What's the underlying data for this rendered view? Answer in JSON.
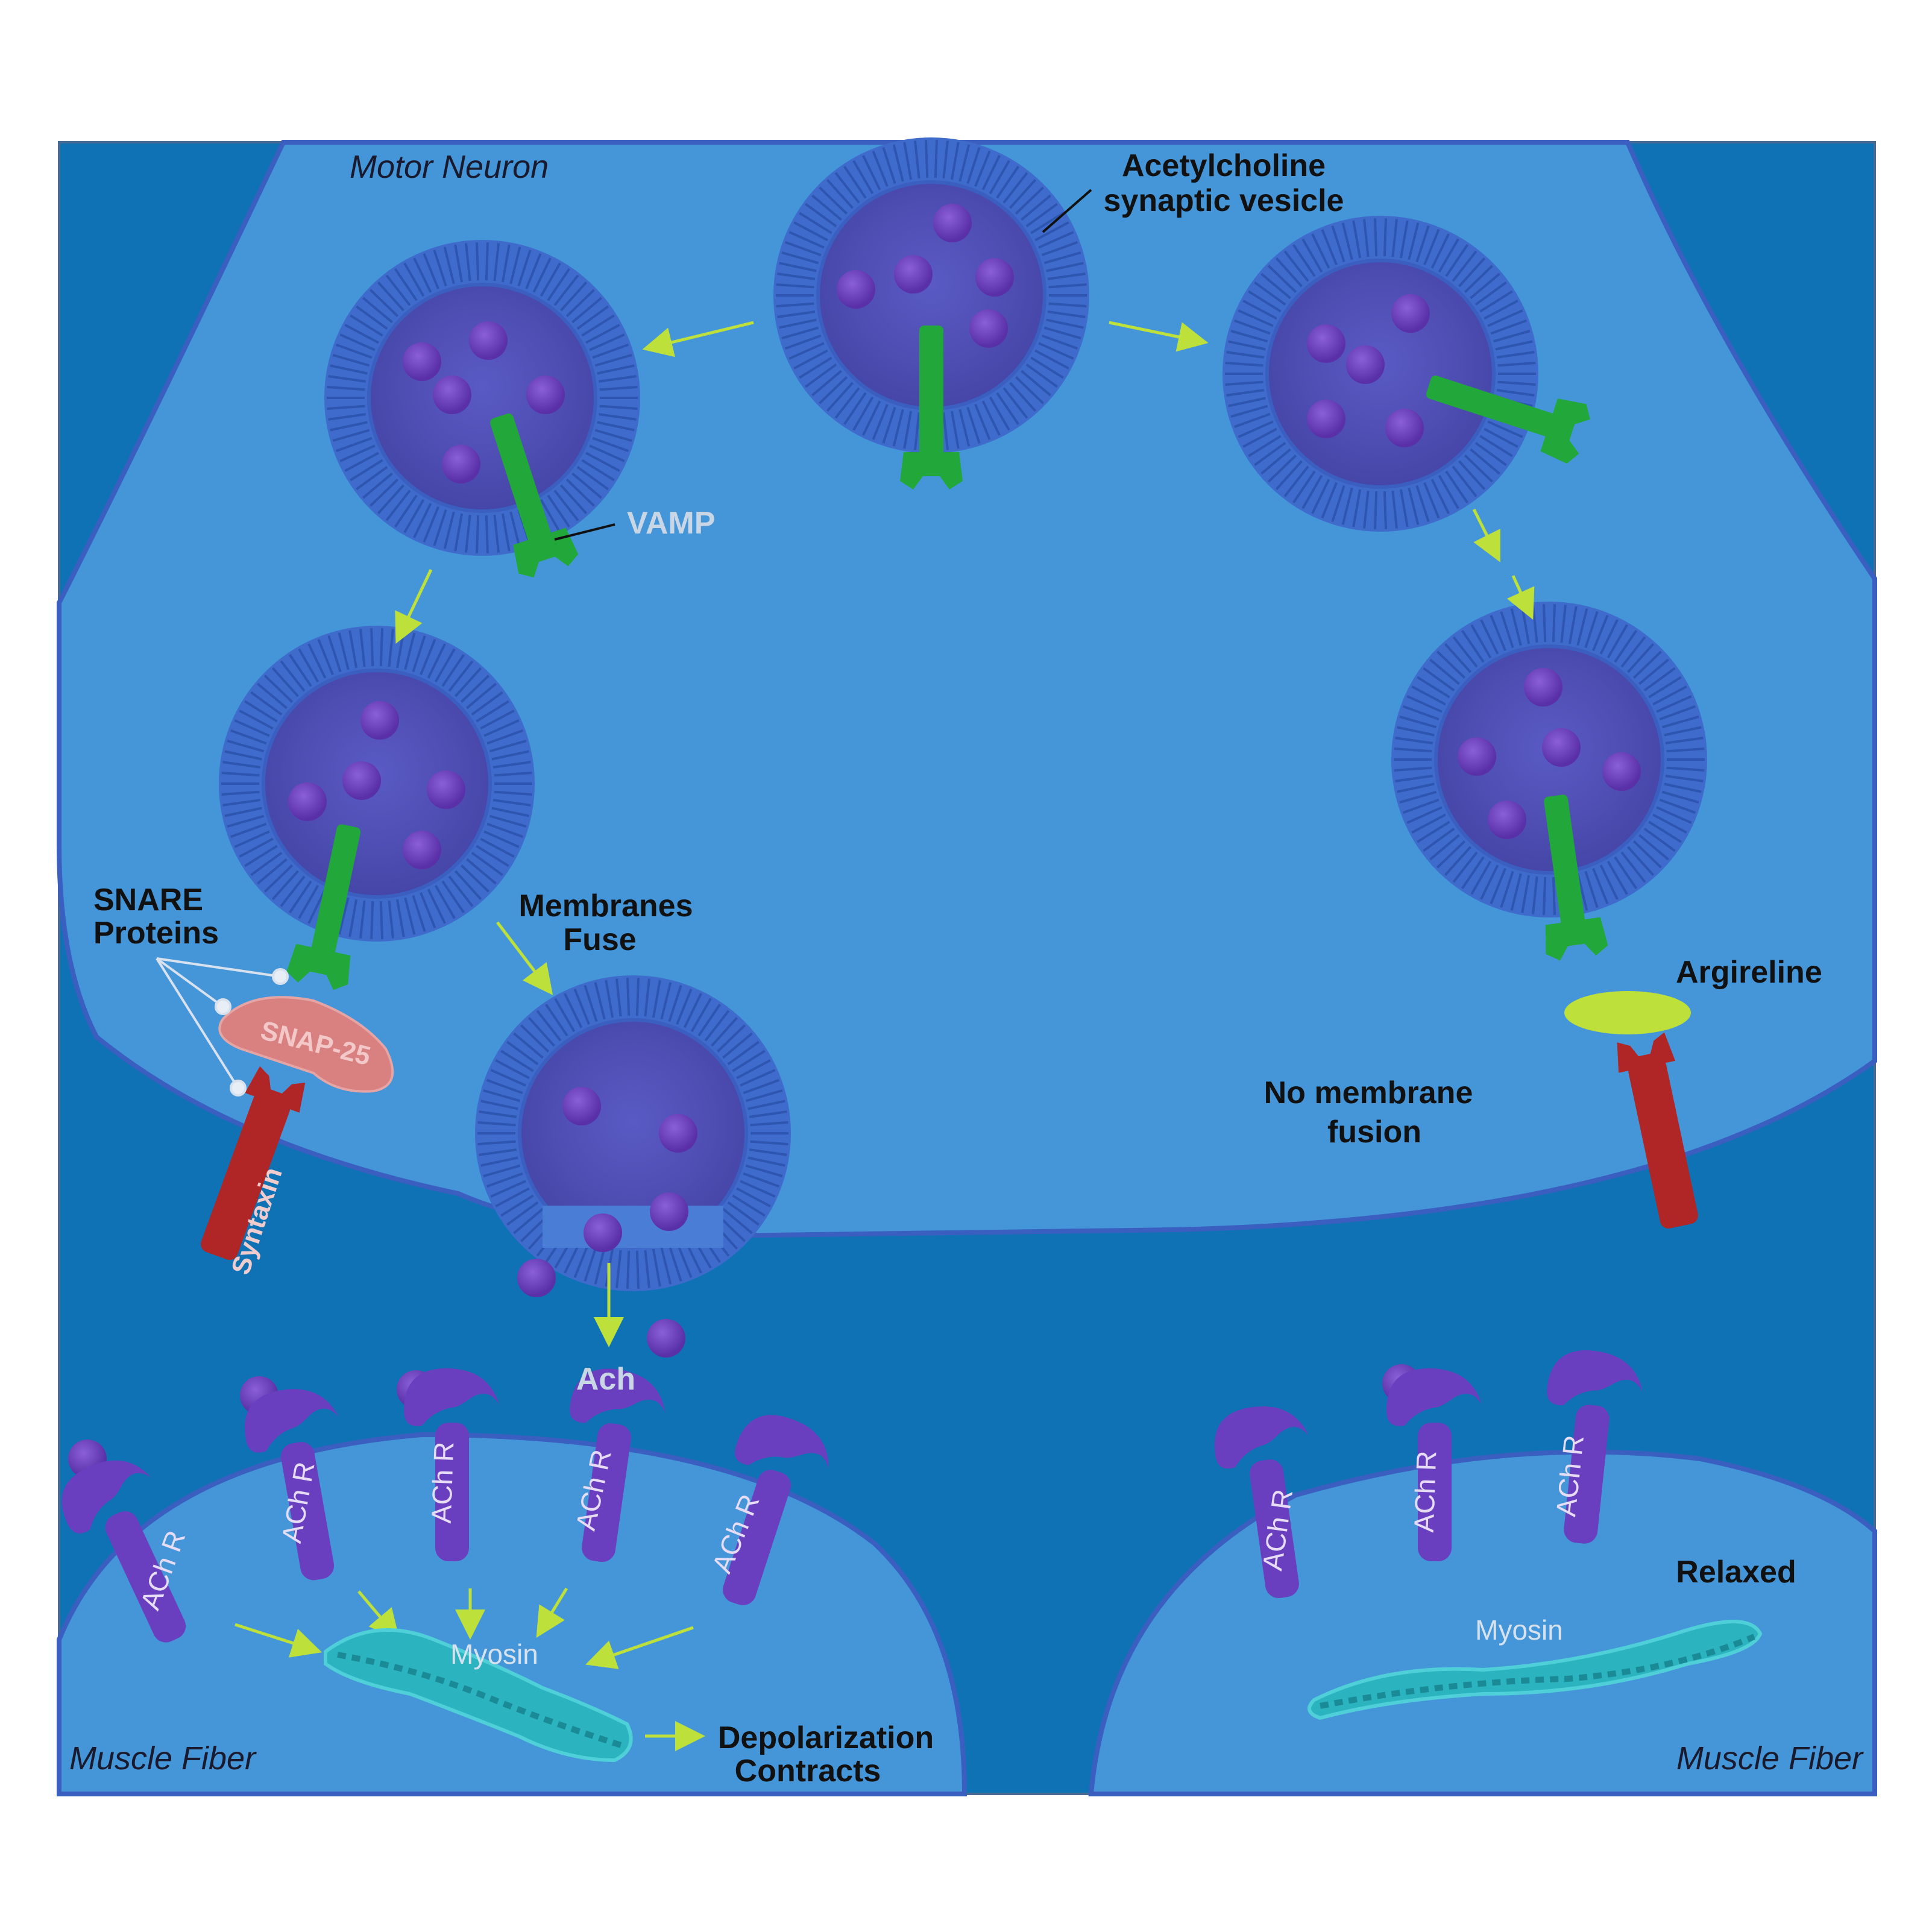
{
  "labels": {
    "motor_neuron": "Motor Neuron",
    "vesicle": "Acetylcholine synaptic vesicle",
    "vesicle_line1": "Acetylcholine",
    "vesicle_line2": "synaptic vesicle",
    "vamp": "VAMP",
    "snare_line1": "SNARE",
    "snare_line2": "Proteins",
    "snap25": "SNAP-25",
    "syntaxin": "Syntaxin",
    "membranes_fuse_line1": "Membranes",
    "membranes_fuse_line2": "Fuse",
    "ach": "Ach",
    "argireline": "Argireline",
    "no_fusion_line1": "No membrane",
    "no_fusion_line2": "fusion",
    "relaxed": "Relaxed",
    "myosin": "Myosin",
    "muscle_fiber": "Muscle Fiber",
    "depolarization": "Depolarization",
    "contracts": "Contracts",
    "receptor": "ACh R"
  },
  "colors": {
    "background": "#0f72b4",
    "cytoplasm": "#4596d8",
    "membrane": "#3a5fc0",
    "vesicle_core": "#5050b8",
    "ach_molecule": "#6a3fbf",
    "vamp": "#22a83a",
    "snap25": "#d98080",
    "syntaxin": "#b02525",
    "argireline": "#bde03a",
    "receptor": "#6a3fbf",
    "myosin": "#2bb3c0",
    "arrow": "#bde03a"
  },
  "icons": [
    "vesicle-icon",
    "vamp-icon",
    "snap25-icon",
    "syntaxin-icon",
    "ach-receptor-icon",
    "myosin-icon",
    "argireline-icon",
    "arrow-icon"
  ]
}
